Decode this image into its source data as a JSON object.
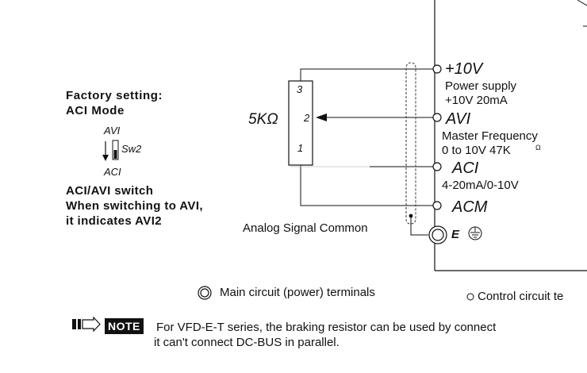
{
  "left_panel": {
    "title_line1": "Factory setting:",
    "title_line2": "ACI Mode",
    "switch_top": "AVI",
    "switch_name": "Sw2",
    "switch_bottom": "ACI",
    "desc_line1": "ACI/AVI switch",
    "desc_line2": "When switching to AVI,",
    "desc_line3": "it indicates AVI2"
  },
  "potentiometer": {
    "value_label": "5KΩ",
    "pin3": "3",
    "pin2": "2",
    "pin1": "1"
  },
  "analog_common_label": "Analog Signal Common",
  "terminals": {
    "t10v": {
      "name": "+10V",
      "desc1": "Power supply",
      "desc2": "+10V 20mA"
    },
    "avi": {
      "name": "AVI",
      "desc1": "Master Frequency",
      "desc2": "0 to 10V 47K"
    },
    "aci": {
      "name": "ACI",
      "desc1": "4-20mA/0-10V"
    },
    "acm": {
      "name": "ACM"
    },
    "e": {
      "name": "E"
    }
  },
  "legend": {
    "main_circuit": "Main circuit (power) terminals",
    "control_circuit": "Control circuit te"
  },
  "note": {
    "badge": "NOTE",
    "line1": "For VFD-E-T series, the braking resistor can be used by connect",
    "line2": "it can't connect DC-BUS in parallel."
  }
}
